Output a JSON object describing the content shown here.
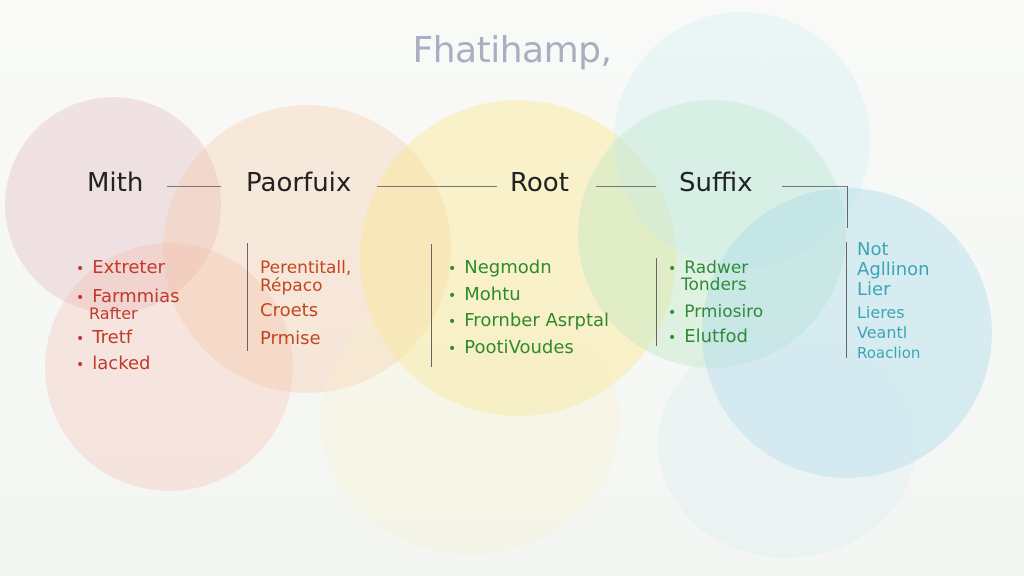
{
  "title": "Fhatihamp,",
  "colors": {
    "mith": "#c0392b",
    "prefix": "#c2461f",
    "root": "#2e8a2e",
    "suffix": "#2f8a3a",
    "extra": "#3ba5b5"
  },
  "nodes": {
    "mith": "Mith",
    "prefix": "Paorfuix",
    "root": "Root",
    "suffix": "Suffix"
  },
  "mith_items": [
    "Extreter",
    "Farmmias",
    "Rafter",
    "Tretf",
    "lacked"
  ],
  "prefix_items": [
    "Perentitall,",
    "Répaco",
    "Croets",
    "Prmise"
  ],
  "root_items": [
    "Negmodn",
    "Mohtu",
    "Frornber Asrptal",
    "PootiVoudes"
  ],
  "suffix_items": [
    "Radwer",
    "Tonders",
    "Prmiosiro",
    "Elutfod"
  ],
  "extra_items": [
    "Not",
    "Agllinon",
    "Lier",
    "Lieres",
    "Veantl",
    "Roaclion"
  ]
}
